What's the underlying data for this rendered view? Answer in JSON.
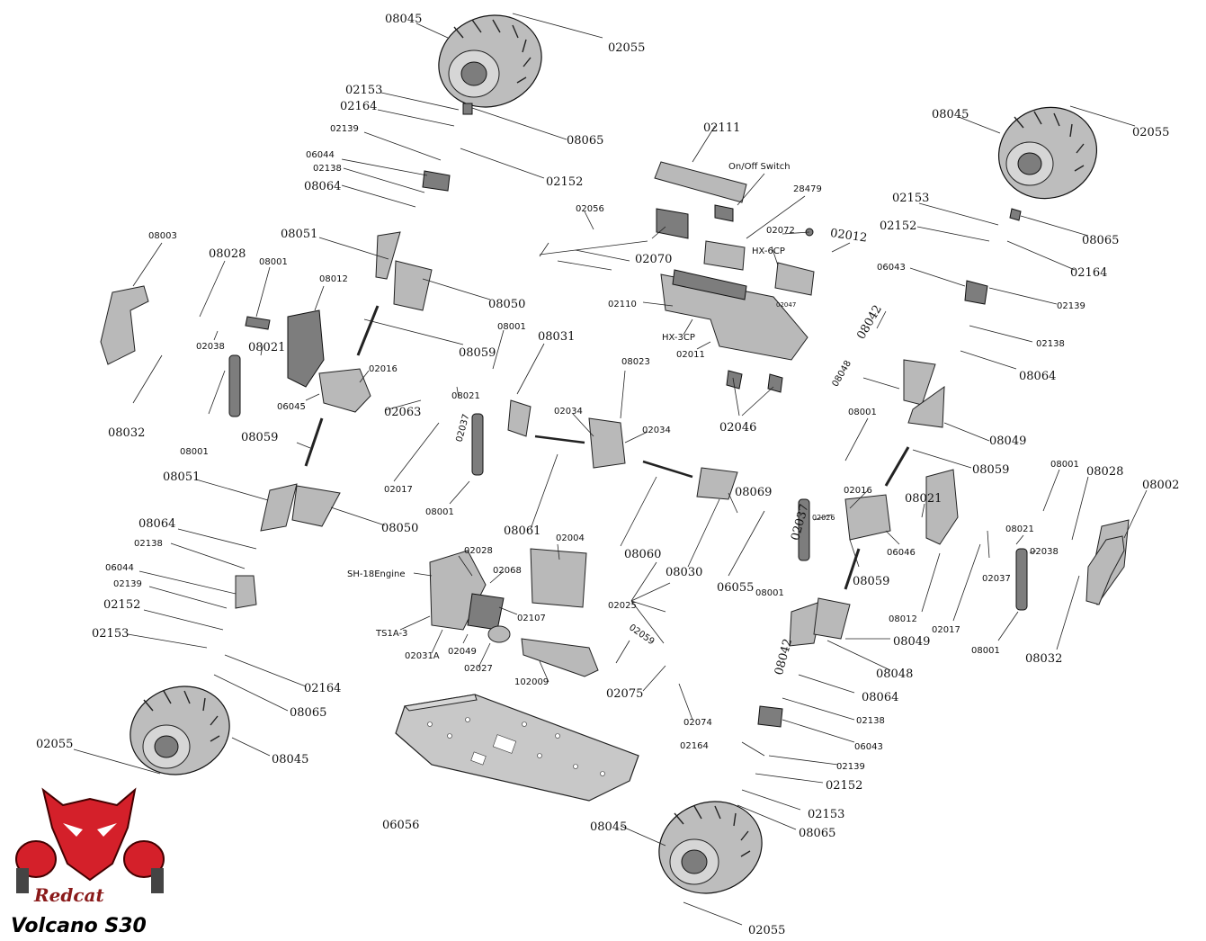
{
  "title": "Volcano S30",
  "brand": "Redcat",
  "labels": {
    "l_08045_tl": "08045",
    "l_02055_tl": "02055",
    "l_02153_tl": "02153",
    "l_02164_tl": "02164",
    "l_02139_tl": "02139",
    "l_08065_tl": "08065",
    "l_06044_tl": "06044",
    "l_02138_tl": "02138",
    "l_02152_tl": "02152",
    "l_08064_tl": "08064",
    "l_08051_tl": "08051",
    "l_08050_tl": "08050",
    "l_08003": "08003",
    "l_08028_l": "08028",
    "l_08001_a": "08001",
    "l_08012_l": "08012",
    "l_02038_l": "02038",
    "l_08021_l": "08021",
    "l_08059_a": "08059",
    "l_08001_b": "08001",
    "l_08031": "08031",
    "l_02016_l": "02016",
    "l_06045": "06045",
    "l_02063": "02063",
    "l_08021_m": "08021",
    "l_02037_m": "02037",
    "l_08032_l": "08032",
    "l_08001_c": "08001",
    "l_08059_b": "08059",
    "l_02017_l": "02017",
    "l_08001_d": "08001",
    "l_08051_bl": "08051",
    "l_08050_bl": "08050",
    "l_08064_bl": "08064",
    "l_02138_bl": "02138",
    "l_06044_bl": "06044",
    "l_02139_bl": "02139",
    "l_02152_bl": "02152",
    "l_02153_bl": "02153",
    "l_02164_bl": "02164",
    "l_08065_bl": "08065",
    "l_08045_bl": "08045",
    "l_02055_bl": "02055",
    "l_02111": "02111",
    "l_onoff": "On/Off Switch",
    "l_28479": "28479",
    "l_02056": "02056",
    "l_02072": "02072",
    "l_02012": "02012",
    "l_hx6cp": "HX-6CP",
    "l_02070": "02070",
    "l_02110": "02110",
    "l_02047": "02047",
    "l_hx3cp": "HX-3CP",
    "l_02011": "02011",
    "l_02046": "02046",
    "l_08023": "08023",
    "l_02034_a": "02034",
    "l_02034_b": "02034",
    "l_08061": "08061",
    "l_08060": "08060",
    "l_08030": "08030",
    "l_08069": "08069",
    "l_06055": "06055",
    "l_02028": "02028",
    "l_02004": "02004",
    "l_sh18": "SH-18Engine",
    "l_02068": "02068",
    "l_02107": "02107",
    "l_ts1a3": "TS1A-3",
    "l_02031a": "02031A",
    "l_02049": "02049",
    "l_02027": "02027",
    "l_102009": "102009",
    "l_02025": "02025",
    "l_02059": "02059",
    "l_02075": "02075",
    "l_02074": "02074",
    "l_06056": "06056",
    "l_08045_tr": "08045",
    "l_02055_tr": "02055",
    "l_02153_tr": "02153",
    "l_02152_tr": "02152",
    "l_08065_tr": "08065",
    "l_02164_tr": "02164",
    "l_06043_tr": "06043",
    "l_02139_tr": "02139",
    "l_02138_tr": "02138",
    "l_08064_tr": "08064",
    "l_08042_tr": "08042",
    "l_08048_tr": "08048",
    "l_08049_tr": "08049",
    "l_08001_r": "08001",
    "l_08059_r": "08059",
    "l_02016_r": "02016",
    "l_02026": "02026",
    "l_08021_r": "08021",
    "l_06046": "06046",
    "l_02037_r": "02037",
    "l_08001_r2": "08001",
    "l_08059_r2": "08059",
    "l_08012_r": "08012",
    "l_08049_br": "08049",
    "l_08048_br": "08048",
    "l_08042_br": "08042",
    "l_08064_br": "08064",
    "l_02138_br": "02138",
    "l_06043_br": "06043",
    "l_02164_br": "02164",
    "l_02139_br": "02139",
    "l_02152_br": "02152",
    "l_02153_br": "02153",
    "l_08065_br": "08065",
    "l_08045_br": "08045",
    "l_02055_br": "02055",
    "l_08001_fr": "08001",
    "l_08028_r": "08028",
    "l_08002": "08002",
    "l_08021_fr": "08021",
    "l_02038_r": "02038",
    "l_02037_fr": "02037",
    "l_02017_r": "02017",
    "l_08001_fr2": "08001",
    "l_08032_r": "08032"
  },
  "colors": {
    "part": "#b9b9b9",
    "logo_red": "#d4202a",
    "line": "#222222"
  }
}
